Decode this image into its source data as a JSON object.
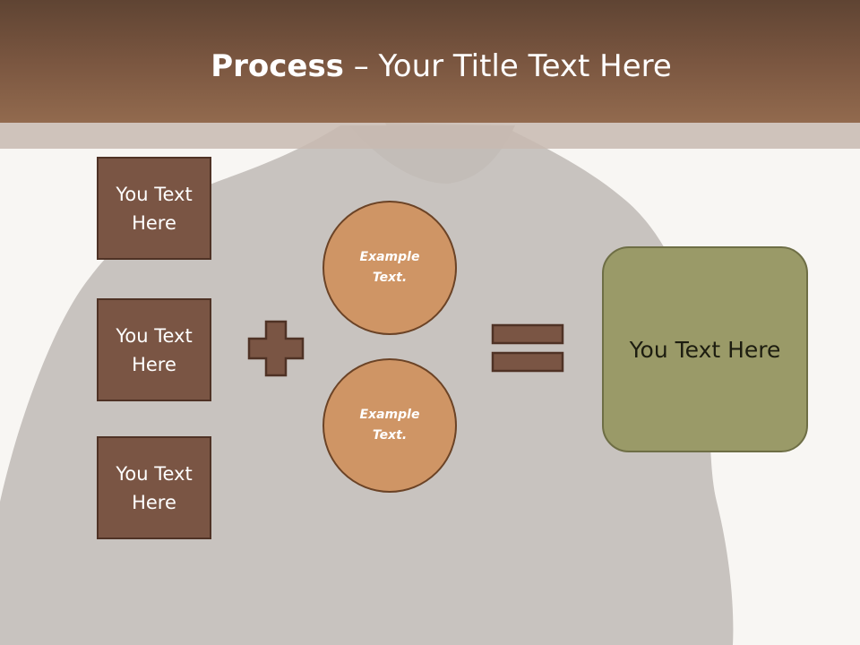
{
  "slide": {
    "title_bold": "Process",
    "title_rest": " – Your Title Text Here"
  },
  "left_boxes": [
    {
      "label": "You Text Here"
    },
    {
      "label": "You Text Here"
    },
    {
      "label": "You Text Here"
    }
  ],
  "circles": [
    {
      "label": "Example Text."
    },
    {
      "label": "Example Text."
    }
  ],
  "result": {
    "label": "You Text Here"
  },
  "operators": {
    "plus": "plus-icon",
    "equals": "equals-icon"
  },
  "colors": {
    "header": "#7a5640",
    "box_fill": "#7a5544",
    "circle_fill": "#cf9565",
    "result_fill": "#9a9a68",
    "operator_fill": "#7a5544"
  }
}
